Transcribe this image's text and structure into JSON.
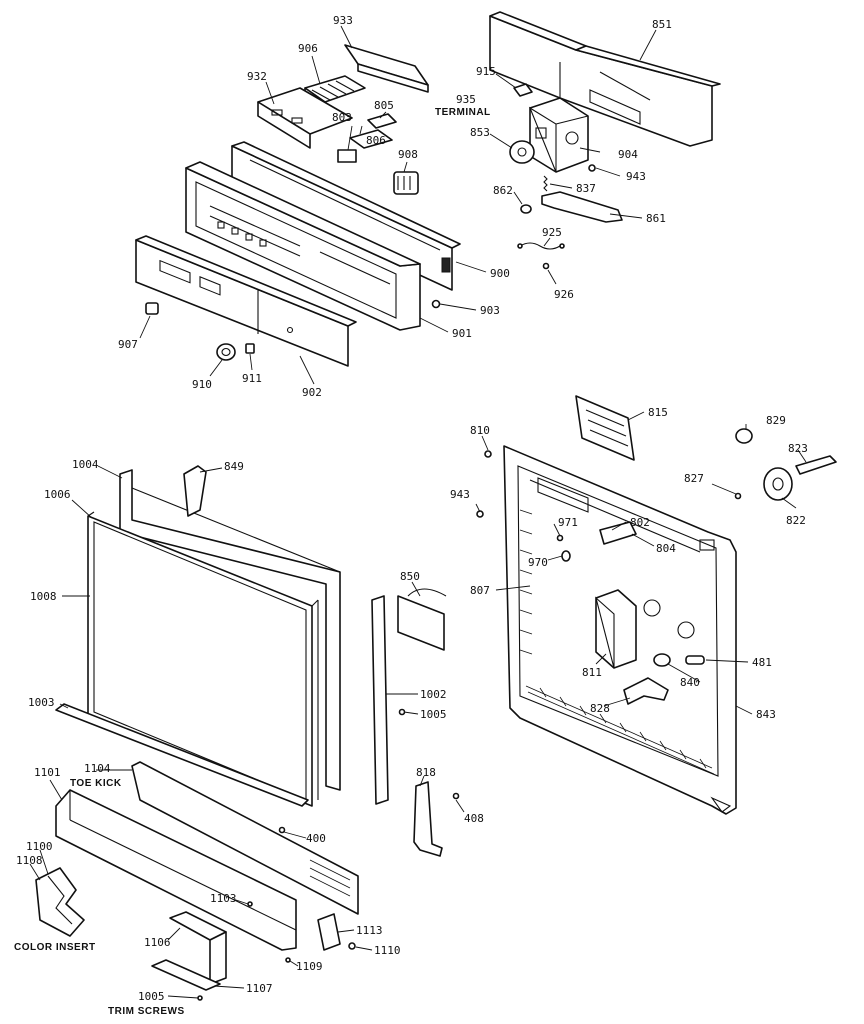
{
  "labels": {
    "p933": "933",
    "p906": "906",
    "p932": "932",
    "p805": "805",
    "p803": "803",
    "p806": "806",
    "p908": "908",
    "p851": "851",
    "p915": "915",
    "p935": "935",
    "terminal": "TERMINAL",
    "p853": "853",
    "p904": "904",
    "p943a": "943",
    "p837": "837",
    "p862": "862",
    "p861": "861",
    "p925": "925",
    "p926": "926",
    "p900": "900",
    "p903": "903",
    "p901": "901",
    "p907": "907",
    "p910": "910",
    "p911": "911",
    "p902": "902",
    "p815": "815",
    "p810": "810",
    "p829": "829",
    "p823": "823",
    "p827": "827",
    "p822": "822",
    "p943b": "943",
    "p971": "971",
    "p802": "802",
    "p970": "970",
    "p804": "804",
    "p807": "807",
    "p811": "811",
    "p481": "481",
    "p840": "840",
    "p828": "828",
    "p843": "843",
    "p1004": "1004",
    "p849": "849",
    "p1006": "1006",
    "p1008": "1008",
    "p850": "850",
    "p1003": "1003",
    "p1002": "1002",
    "p1005a": "1005",
    "p1101": "1101",
    "p1104": "1104",
    "toe_kick": "TOE KICK",
    "p818": "818",
    "p408": "408",
    "p400": "400",
    "p1100": "1100",
    "p1108": "1108",
    "p1103": "1103",
    "color_insert": "COLOR INSERT",
    "p1106": "1106",
    "p1113": "1113",
    "p1110": "1110",
    "p1109": "1109",
    "p1107": "1107",
    "p1005b": "1005",
    "trim_screws": "TRIM SCREWS"
  }
}
